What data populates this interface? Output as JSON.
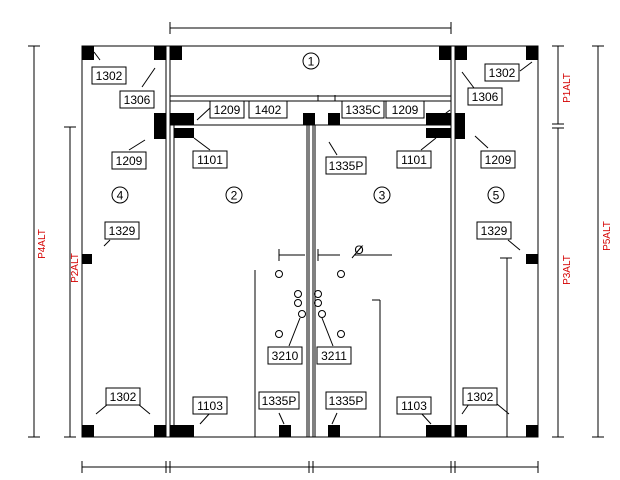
{
  "doors": [
    {
      "id": "door-1",
      "label": "1"
    },
    {
      "id": "door-2",
      "label": "2"
    },
    {
      "id": "door-3",
      "label": "3"
    },
    {
      "id": "door-4",
      "label": "4"
    },
    {
      "id": "door-5",
      "label": "5"
    }
  ],
  "tags": [
    {
      "id": "tag-1302-top-left",
      "label": "1302"
    },
    {
      "id": "tag-1306-left",
      "label": "1306"
    },
    {
      "id": "tag-1209-transom-left",
      "label": "1209"
    },
    {
      "id": "tag-1402",
      "label": "1402"
    },
    {
      "id": "tag-1335c",
      "label": "1335C"
    },
    {
      "id": "tag-1209-transom-right",
      "label": "1209"
    },
    {
      "id": "tag-1302-top-right",
      "label": "1302"
    },
    {
      "id": "tag-1306-right",
      "label": "1306"
    },
    {
      "id": "tag-1209-left-sidelite",
      "label": "1209"
    },
    {
      "id": "tag-1101-left",
      "label": "1101"
    },
    {
      "id": "tag-1335p-center",
      "label": "1335P"
    },
    {
      "id": "tag-1101-right",
      "label": "1101"
    },
    {
      "id": "tag-1209-right-sidelite",
      "label": "1209"
    },
    {
      "id": "tag-1329-left",
      "label": "1329"
    },
    {
      "id": "tag-1329-right",
      "label": "1329"
    },
    {
      "id": "tag-3210",
      "label": "3210"
    },
    {
      "id": "tag-3211",
      "label": "3211"
    },
    {
      "id": "tag-1302-bottom-left",
      "label": "1302"
    },
    {
      "id": "tag-1103-left",
      "label": "1103"
    },
    {
      "id": "tag-1335p-bottom-left",
      "label": "1335P"
    },
    {
      "id": "tag-1335p-bottom-right",
      "label": "1335P"
    },
    {
      "id": "tag-1103-right",
      "label": "1103"
    },
    {
      "id": "tag-1302-bottom-right",
      "label": "1302"
    }
  ],
  "elevation_labels": [
    {
      "id": "p4alt",
      "label": "P4ALT"
    },
    {
      "id": "p2alt",
      "label": "P2ALT"
    },
    {
      "id": "p1alt",
      "label": "P1ALT"
    },
    {
      "id": "p3alt",
      "label": "P3ALT"
    },
    {
      "id": "p5alt",
      "label": "P5ALT"
    }
  ],
  "diameter_symbol": "Ø",
  "colors": {
    "alt_label": "#d40000",
    "line": "#000000"
  }
}
